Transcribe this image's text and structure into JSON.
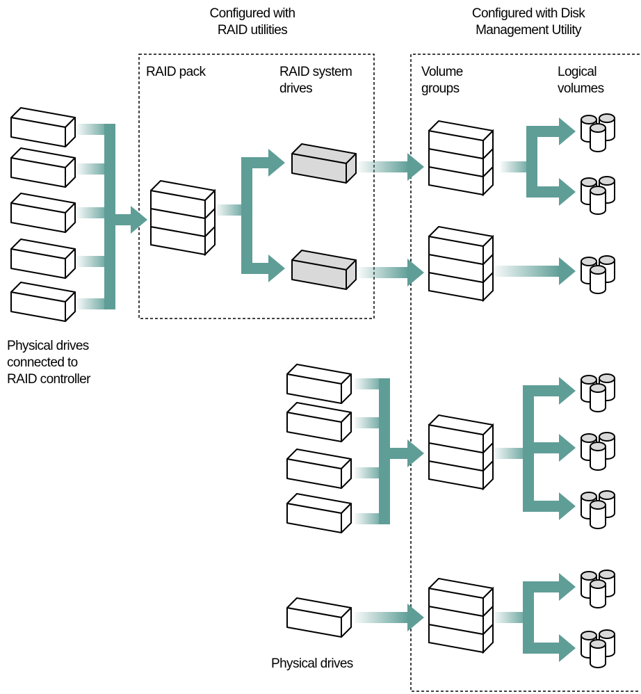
{
  "labels": {
    "raid_header": "Configured with\nRAID utilities",
    "dm_header": "Configured with Disk\nManagement Utility",
    "raid_pack": "RAID pack",
    "raid_system_drives": "RAID system\ndrives",
    "volume_groups": "Volume\ngroups",
    "logical_volumes": "Logical\nvolumes",
    "physical_drives_raid": "Physical drives\nconnected to\nRAID controller",
    "physical_drives": "Physical drives"
  },
  "colors": {
    "arrow": "#5f9e97",
    "drive_fill": "#ffffff",
    "shaded_drive_fill": "#d9d9d9",
    "outline": "#000000"
  }
}
